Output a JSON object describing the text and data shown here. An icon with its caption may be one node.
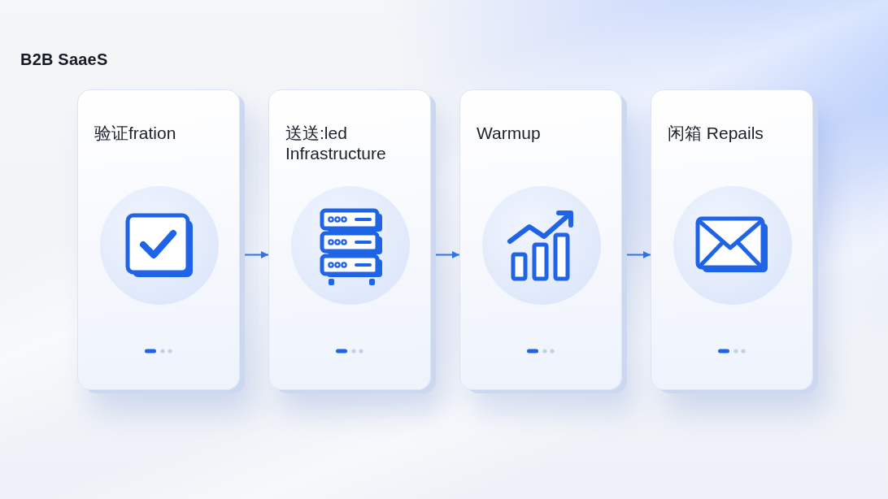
{
  "diagram": {
    "title": "B2B SaaeS",
    "nodes": [
      {
        "text": [
          "验证fration"
        ]
      },
      {
        "text": [
          "送送:led Infrastructure"
        ]
      },
      {
        "text": [
          "Warmup"
        ]
      },
      {
        "text": [
          "闲箱 Repails"
        ]
      }
    ],
    "edges": [
      {
        "from": 0,
        "to": 1,
        "arrow": "to"
      },
      {
        "from": 1,
        "to": 2,
        "arrow": "to"
      },
      {
        "from": 2,
        "to": 3,
        "arrow": "to"
      }
    ]
  }
}
